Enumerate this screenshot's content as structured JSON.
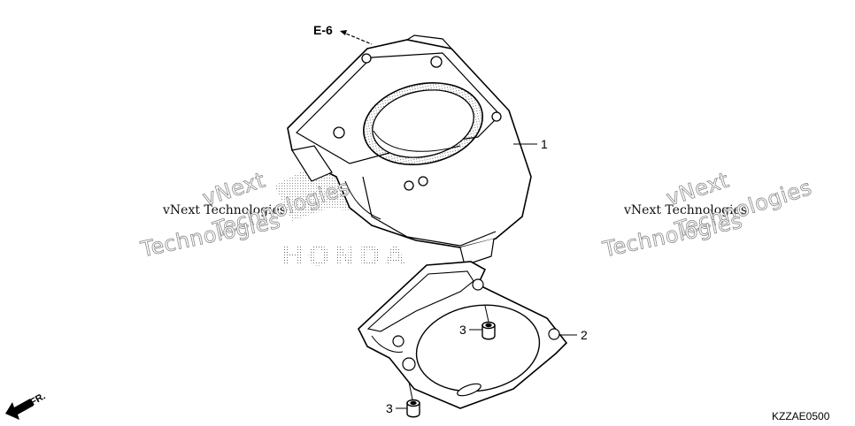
{
  "reference": {
    "label": "E-6"
  },
  "callouts": [
    {
      "id": "cylinder",
      "number": "1"
    },
    {
      "id": "gasket",
      "number": "2"
    },
    {
      "id": "dowel-upper",
      "number": "3"
    },
    {
      "id": "dowel-lower",
      "number": "3"
    }
  ],
  "watermarks": {
    "line": "vNext Technologies",
    "brand": "vNext",
    "word": "Technologies",
    "logo_text": "HONDA"
  },
  "direction": {
    "label": "FR."
  },
  "diagram_code": "KZZAE0500"
}
